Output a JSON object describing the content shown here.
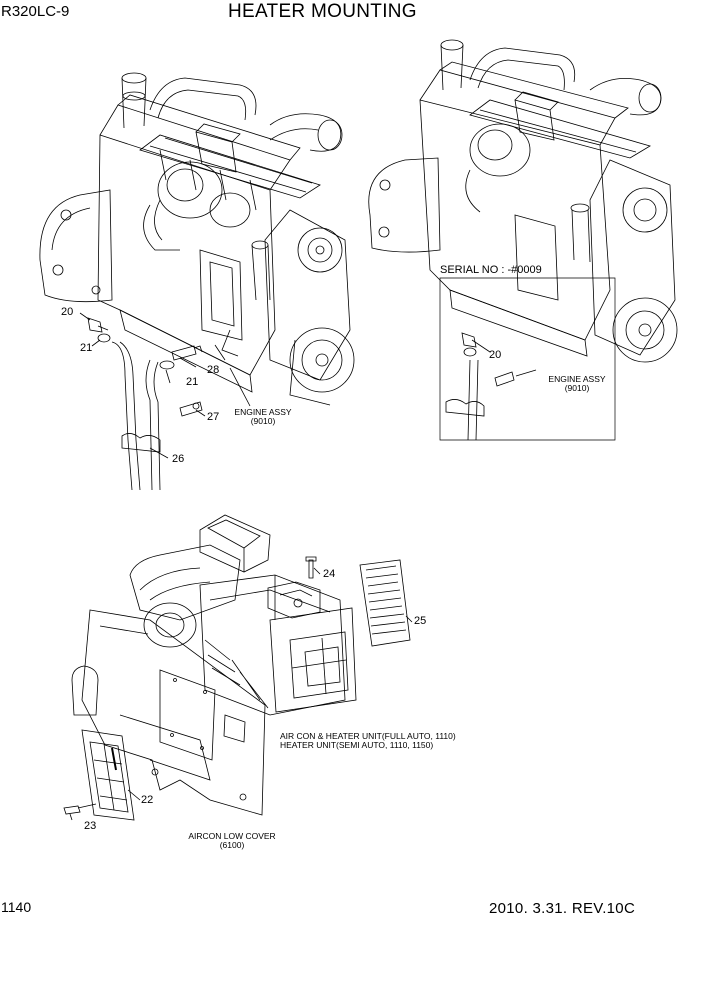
{
  "header": {
    "model": "R320LC-9",
    "title": "HEATER MOUNTING"
  },
  "footer": {
    "page": "1140",
    "revision": "2010. 3.31. REV.10C"
  },
  "serial_note": "SERIAL NO : -#0009",
  "notes": {
    "engine_left_1": "ENGINE ASSY",
    "engine_left_2": "(9010)",
    "engine_right_1": "ENGINE ASSY",
    "engine_right_2": "(9010)",
    "aircon_1": "AIR CON & HEATER UNIT(FULL AUTO, 1110)",
    "aircon_2": "HEATER UNIT(SEMI AUTO, 1110, 1150)",
    "cover_1": "AIRCON LOW COVER",
    "cover_2": "(6100)"
  },
  "callouts": {
    "c20a": "20",
    "c21a": "21",
    "c28": "28",
    "c21b": "21",
    "c27": "27",
    "c26": "26",
    "c20b": "20",
    "c24": "24",
    "c25": "25",
    "c22": "22",
    "c23": "23"
  }
}
